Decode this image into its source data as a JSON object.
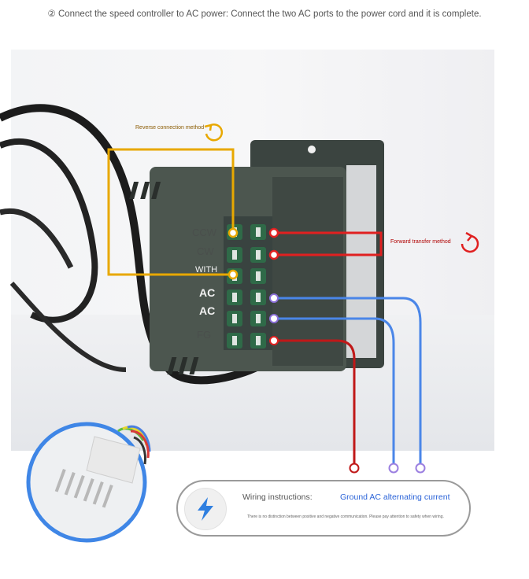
{
  "header": {
    "text": "② Connect the speed controller to AC power: Connect the two AC ports to the power cord and it is complete."
  },
  "labels": {
    "reverse": "Reverse connection method",
    "forward": "Forward transfer method"
  },
  "terminals": {
    "ccw": "CCW",
    "cw": "CW",
    "with": "WITH",
    "ac1": "AC",
    "ac2": "AC",
    "fg": "FG"
  },
  "info": {
    "title": "Wiring instructions:",
    "value": "Ground AC alternating current",
    "note": "There is no distinction between positive and negative communication. Please pay attention to safety when wiring."
  },
  "colors": {
    "reverse_wire": "#e8a800",
    "forward_wire": "#e02020",
    "ac_wire": "#4a86e8",
    "ground_wire": "#c01818",
    "bolt": "#2f7fe0"
  },
  "icons": {
    "info": "lightning-bolt-icon",
    "reverse": "curved-arrow-icon",
    "forward": "curved-arrow-icon"
  }
}
